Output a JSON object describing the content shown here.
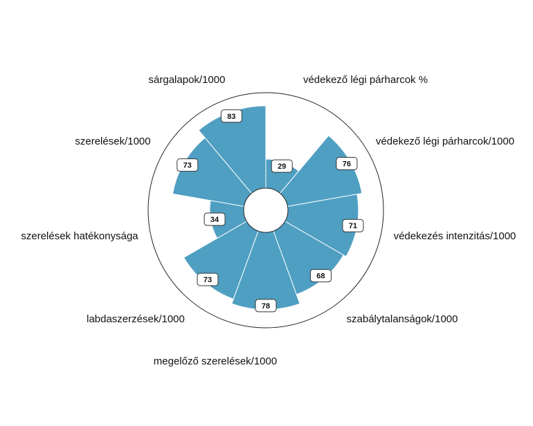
{
  "chart_data": {
    "type": "bar",
    "subtype": "polar",
    "categories": [
      "védekező légi párharcok %",
      "védekező légi párharcok/1000",
      "védekezés intenzitás/1000",
      "szabálytalanságok/1000",
      "megelőző szerelések/1000",
      "labdaszerzések/1000",
      "szerelések hatékonysága",
      "szerelések/1000",
      "sárgalapok/1000"
    ],
    "values": [
      29,
      76,
      71,
      68,
      78,
      73,
      34,
      73,
      83
    ],
    "ylim": [
      0,
      100
    ],
    "bar_color": "#4f9fc2",
    "title": "",
    "legend": "none"
  }
}
